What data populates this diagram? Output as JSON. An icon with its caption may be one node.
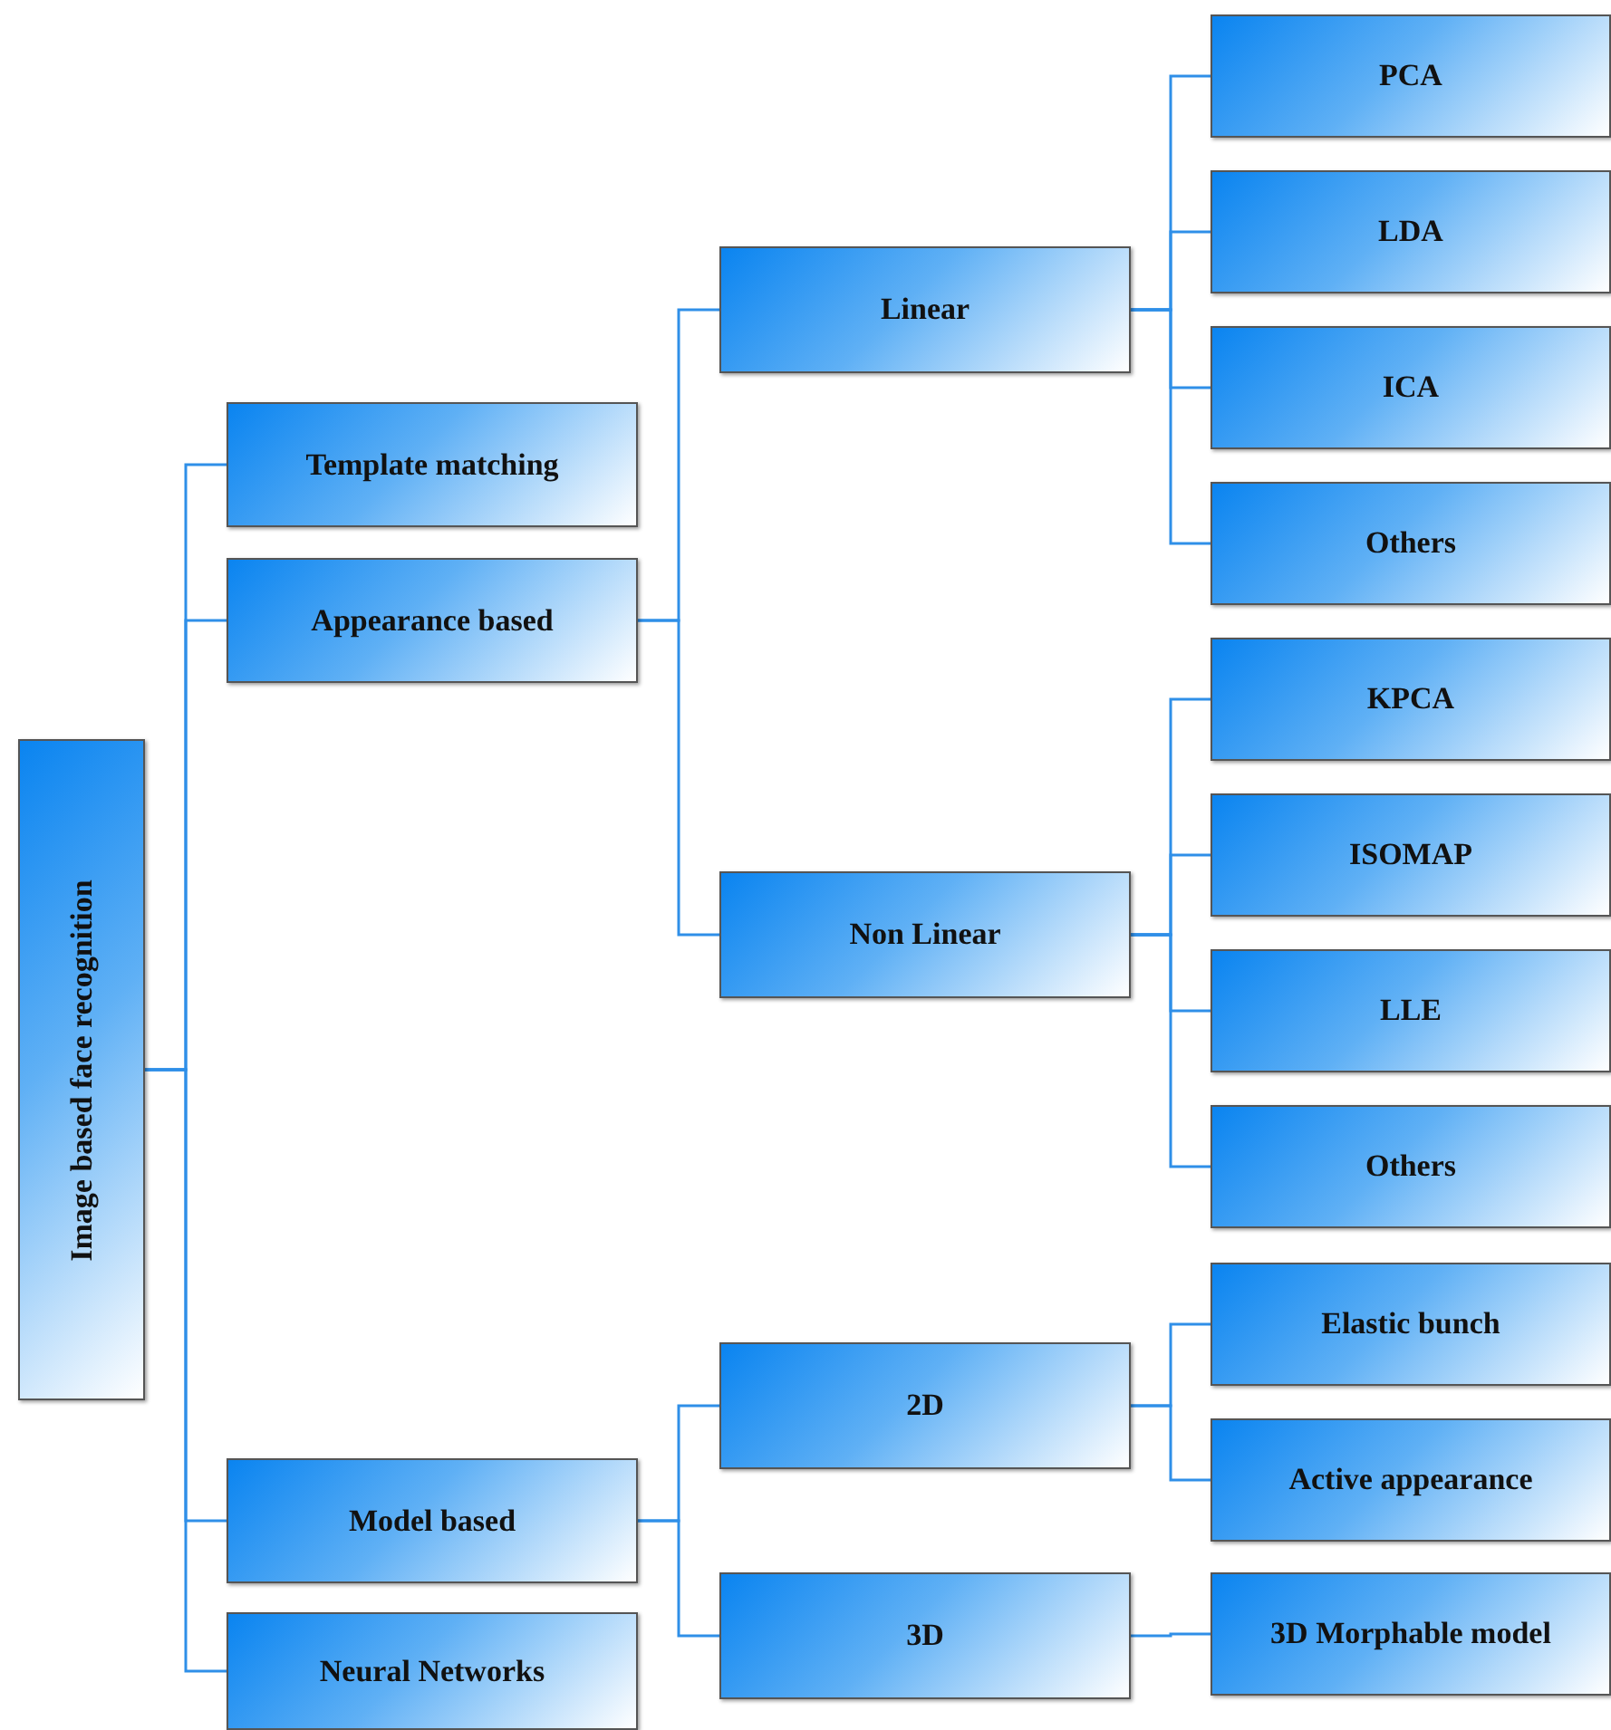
{
  "diagram": {
    "nodes": [
      {
        "text": [
          "Image based face recognition"
        ]
      },
      {
        "text": [
          "Template matching"
        ]
      },
      {
        "text": [
          "Appearance based"
        ]
      },
      {
        "text": [
          "Model based"
        ]
      },
      {
        "text": [
          "Neural Networks"
        ]
      },
      {
        "text": [
          "Linear"
        ]
      },
      {
        "text": [
          "Non Linear"
        ]
      },
      {
        "text": [
          "2D"
        ]
      },
      {
        "text": [
          "3D"
        ]
      },
      {
        "text": [
          "PCA"
        ]
      },
      {
        "text": [
          "LDA"
        ]
      },
      {
        "text": [
          "ICA"
        ]
      },
      {
        "text": [
          "Others"
        ]
      },
      {
        "text": [
          "KPCA"
        ]
      },
      {
        "text": [
          "ISOMAP"
        ]
      },
      {
        "text": [
          "LLE"
        ]
      },
      {
        "text": [
          "Others"
        ]
      },
      {
        "text": [
          "Elastic bunch"
        ]
      },
      {
        "text": [
          "Active appearance"
        ]
      },
      {
        "text": [
          "3D Morphable model"
        ]
      }
    ],
    "edges": [
      {
        "from": 0,
        "to": 1,
        "arrow": "none"
      },
      {
        "from": 0,
        "to": 2,
        "arrow": "none"
      },
      {
        "from": 0,
        "to": 3,
        "arrow": "none"
      },
      {
        "from": 0,
        "to": 4,
        "arrow": "none"
      },
      {
        "from": 2,
        "to": 5,
        "arrow": "none"
      },
      {
        "from": 2,
        "to": 6,
        "arrow": "none"
      },
      {
        "from": 3,
        "to": 7,
        "arrow": "none"
      },
      {
        "from": 3,
        "to": 8,
        "arrow": "none"
      },
      {
        "from": 5,
        "to": 9,
        "arrow": "none"
      },
      {
        "from": 5,
        "to": 10,
        "arrow": "none"
      },
      {
        "from": 5,
        "to": 11,
        "arrow": "none"
      },
      {
        "from": 5,
        "to": 12,
        "arrow": "none"
      },
      {
        "from": 6,
        "to": 13,
        "arrow": "none"
      },
      {
        "from": 6,
        "to": 14,
        "arrow": "none"
      },
      {
        "from": 6,
        "to": 15,
        "arrow": "none"
      },
      {
        "from": 6,
        "to": 16,
        "arrow": "none"
      },
      {
        "from": 7,
        "to": 17,
        "arrow": "none"
      },
      {
        "from": 7,
        "to": 18,
        "arrow": "none"
      },
      {
        "from": 8,
        "to": 19,
        "arrow": "none"
      }
    ]
  }
}
